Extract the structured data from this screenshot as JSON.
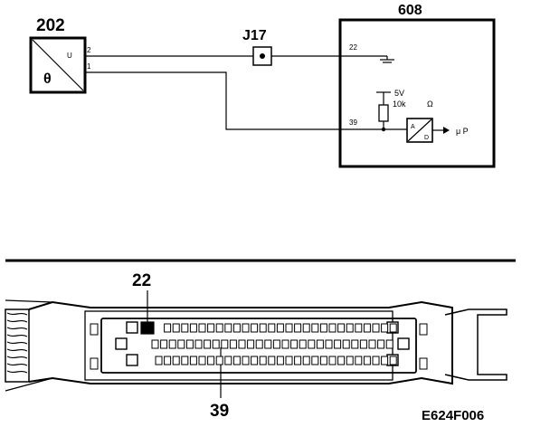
{
  "components": {
    "sensor": {
      "id": "202",
      "pin_u_number": "2",
      "pin_u_label": "U",
      "pin_1_number": "1",
      "symbol": "θ"
    },
    "junction": {
      "id": "J17"
    },
    "ecu": {
      "id": "608",
      "pin_22": "22",
      "pin_39": "39",
      "supply_voltage": "5V",
      "resistor_value": "10k",
      "resistor_unit": "Ω",
      "converter_a": "A",
      "converter_d": "D",
      "output_label": "μ P"
    }
  },
  "connector": {
    "callout_top": "22",
    "callout_bottom": "39",
    "rows": 3,
    "pins_per_row": 28
  },
  "figure_code": "E624F006"
}
